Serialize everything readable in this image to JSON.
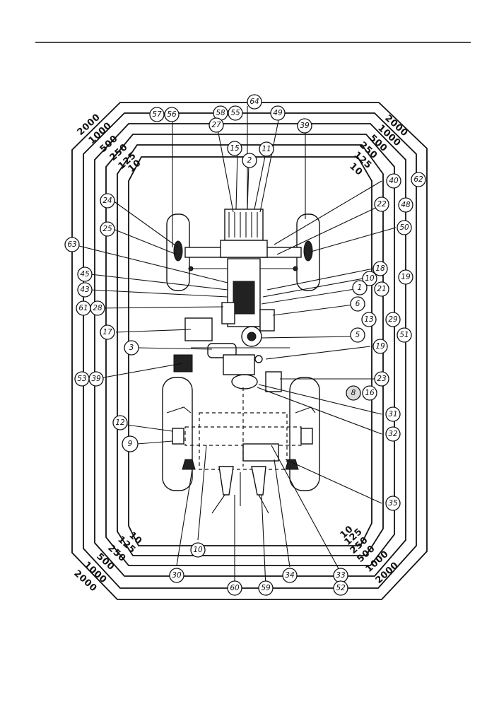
{
  "interval_labels": {
    "top_left": [
      "2000",
      "1000",
      "500",
      "250",
      "125",
      "10"
    ],
    "top_right": [
      "2000",
      "1000",
      "500",
      "250",
      "125",
      "10"
    ],
    "bottom_left": [
      "10",
      "125",
      "250",
      "500",
      "1000",
      "2000"
    ],
    "bottom_right": [
      "10",
      "125",
      "250",
      "500",
      "1000",
      "2000"
    ]
  },
  "callouts": [
    "57",
    "56",
    "58",
    "55",
    "64",
    "49",
    "39",
    "27",
    "15",
    "11",
    "2",
    "40",
    "62",
    "24",
    "22",
    "48",
    "25",
    "50",
    "63",
    "18",
    "45",
    "10",
    "19",
    "43",
    "1",
    "21",
    "61",
    "28",
    "6",
    "13",
    "29",
    "17",
    "51",
    "3",
    "5",
    "19",
    "53",
    "39",
    "23",
    "8",
    "16",
    "31",
    "32",
    "12",
    "9",
    "35",
    "10",
    "30",
    "34",
    "33",
    "60",
    "59",
    "52"
  ]
}
